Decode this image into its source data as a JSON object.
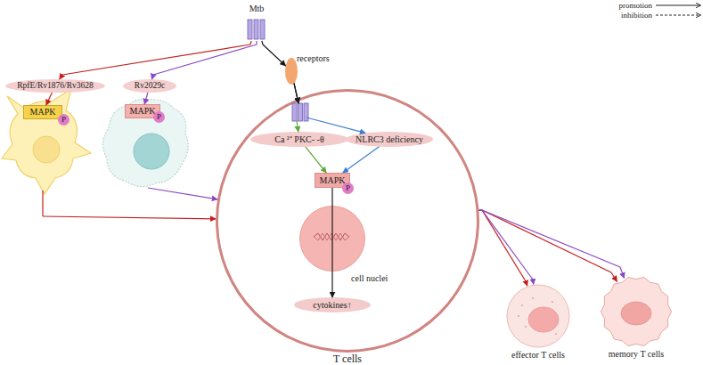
{
  "diagram": {
    "nodes": [
      {
        "text": [
          "Mtb"
        ]
      },
      {
        "text": [
          "RpfE/Rv1876/Rv3628"
        ]
      },
      {
        "text": [
          "Rv2029c"
        ]
      },
      {
        "text": [
          "receptors"
        ]
      },
      {
        "text": [
          "MAPK"
        ]
      },
      {
        "text": [
          "P"
        ],
        "in": 4
      },
      {
        "text": [
          "MAPK"
        ]
      },
      {
        "text": [
          "P"
        ],
        "in": 6
      },
      {
        "text": [
          "T cells"
        ]
      },
      {
        "text": [
          "Ca ²⁺ PKC- -θ"
        ],
        "in": 8
      },
      {
        "text": [
          "NLRC3 deficiency"
        ],
        "in": 8
      },
      {
        "text": [
          "MAPK"
        ],
        "in": 8
      },
      {
        "text": [
          "P"
        ],
        "in": 11
      },
      {
        "text": [
          "cell nuclei"
        ],
        "in": 8
      },
      {
        "text": [
          "cytokines↑"
        ],
        "in": 8
      },
      {
        "text": [
          "effector T cells"
        ]
      },
      {
        "text": [
          "memory T cells"
        ]
      }
    ],
    "edges": [
      {
        "from": 0,
        "to": 1,
        "arrow": "to"
      },
      {
        "from": 0,
        "to": 2,
        "arrow": "to"
      },
      {
        "from": 0,
        "to": 3,
        "arrow": "to"
      },
      {
        "from": 1,
        "to": 4,
        "arrow": "to"
      },
      {
        "from": 2,
        "to": 6,
        "arrow": "to"
      },
      {
        "from": 3,
        "to": 9,
        "arrow": "to"
      },
      {
        "from": 3,
        "to": 10,
        "arrow": "to"
      },
      {
        "from": 9,
        "to": 11,
        "arrow": "to"
      },
      {
        "from": 10,
        "to": 11,
        "arrow": "to"
      },
      {
        "from": 11,
        "to": 14,
        "arrow": "to"
      },
      {
        "from": 4,
        "to": 8,
        "arrow": "to"
      },
      {
        "from": 6,
        "to": 8,
        "arrow": "to"
      },
      {
        "from": 8,
        "to": 15,
        "arrow": "to"
      },
      {
        "from": 8,
        "to": 15,
        "arrow": "to"
      },
      {
        "from": 8,
        "to": 16,
        "arrow": "to"
      },
      {
        "from": 8,
        "to": 16,
        "arrow": "to"
      }
    ],
    "legend": [
      {
        "text": "promotion"
      },
      {
        "text": "inhibition"
      }
    ]
  }
}
